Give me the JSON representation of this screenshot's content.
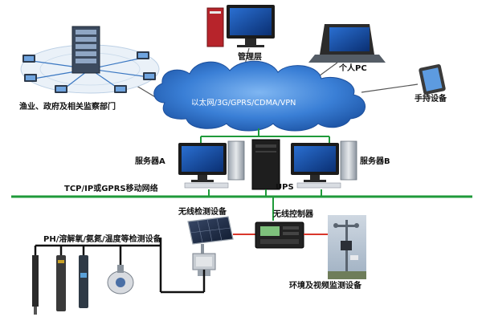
{
  "labels": {
    "dept": "渔业、政府及相关监察部门",
    "mgmt": "管理层",
    "pc": "个人PC",
    "handheld": "手持设备",
    "cloud": "以太网/3G/GPRS/CDMA/VPN",
    "server_a": "服务器A",
    "server_b": "服务器B",
    "ups": "UPS",
    "network": "TCP/IP或GPRS移动网络",
    "wireless_detect": "无线检测设备",
    "wireless_ctrl": "无线控制器",
    "ph_devices": "PH/溶解氧/氨氮/温度等检测设备",
    "env_monitor": "环境及视频监测设备"
  },
  "colors": {
    "network_line": "#1f9a3a",
    "cloud": "#2f6fc9",
    "link": "#333333",
    "red_link": "#d9362b"
  }
}
